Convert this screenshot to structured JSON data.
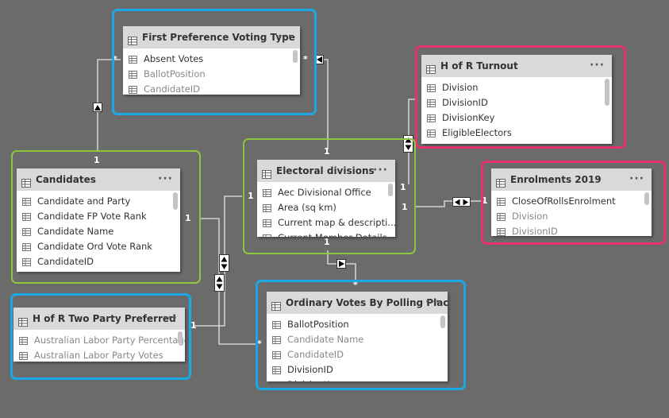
{
  "tables": {
    "fpvt": {
      "title": "First Preference Voting Type",
      "fields": [
        "Absent Votes",
        "BallotPosition",
        "CandidateID"
      ]
    },
    "turnout": {
      "title": "H of R Turnout",
      "fields": [
        "Division",
        "DivisionID",
        "DivisionKey",
        "EligibleElectors"
      ]
    },
    "candidates": {
      "title": "Candidates",
      "fields": [
        "Candidate and Party",
        "Candidate FP Vote Rank",
        "Candidate Name",
        "Candidate Ord Vote Rank",
        "CandidateID"
      ]
    },
    "electoral": {
      "title": "Electoral divisions",
      "fields": [
        "Aec Divisional Office",
        "Area (sq km)",
        "Current map & descripti...",
        "Current Member Details"
      ]
    },
    "enrolments": {
      "title": "Enrolments 2019",
      "fields": [
        "CloseOfRollsEnrolment",
        "Division",
        "DivisionID"
      ]
    },
    "tpp": {
      "title": "H of R Two Party Preferred",
      "fields": [
        "Australian Labor Party Percentage",
        "Australian Labor Party Votes"
      ]
    },
    "ordinary": {
      "title": "Ordinary Votes By Polling Place",
      "fields": [
        "BallotPosition",
        "Candidate Name",
        "CandidateID",
        "DivisionID",
        "DivisionK..."
      ]
    }
  },
  "menu_glyph": "···",
  "cardinality": {
    "one": "1",
    "many": "*"
  },
  "colors": {
    "canvas": "#6b6b6b",
    "highlight_blue": "#1aa9e6",
    "highlight_green": "#8ec63f",
    "highlight_pink": "#e6336b"
  }
}
